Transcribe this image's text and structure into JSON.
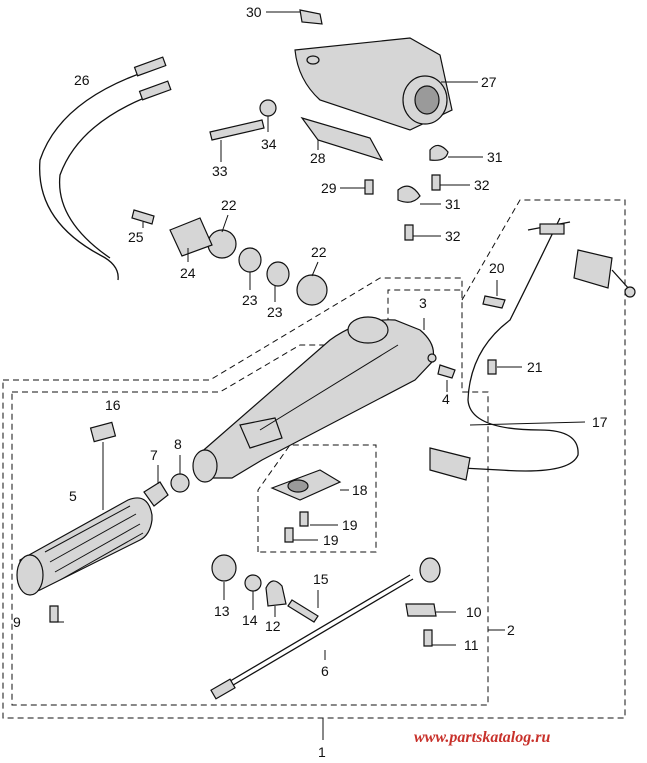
{
  "labels": [
    "1",
    "2",
    "3",
    "4",
    "5",
    "6",
    "7",
    "8",
    "9",
    "10",
    "11",
    "12",
    "13",
    "14",
    "15",
    "16",
    "17",
    "18",
    "19",
    "19",
    "20",
    "21",
    "22",
    "22",
    "23",
    "23",
    "24",
    "25",
    "26",
    "27",
    "28",
    "29",
    "30",
    "31",
    "31",
    "32",
    "32",
    "33",
    "34"
  ],
  "watermark": "www.partskatalog.ru",
  "colors": {
    "watermark": "#c8312b",
    "ink": "#111111",
    "fill": "#d6d6d6"
  }
}
